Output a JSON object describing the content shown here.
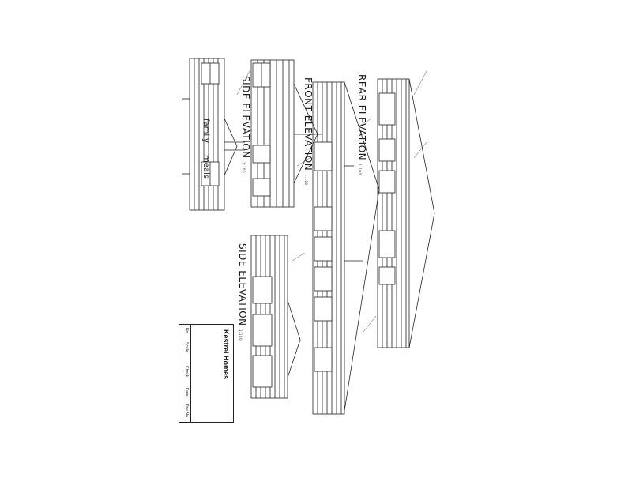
{
  "drawing": {
    "titles": {
      "side_elevation_top": "SIDE ELEVATION",
      "side_elevation_top_scale": "1:100",
      "side_elevation_bottom": "SIDE ELEVATION",
      "side_elevation_bottom_scale": "1:100",
      "front_elevation": "FRONT ELEVATION",
      "front_elevation_scale": "1:100",
      "rear_elevation": "REAR ELEVATION",
      "rear_elevation_scale": "1:100"
    },
    "room_labels": {
      "family": "family",
      "meals": "meals"
    },
    "title_block": {
      "company": "Kestrel Homes",
      "headers": [
        "No.",
        "Scale",
        "Check",
        "Date",
        "Drw No."
      ],
      "values": [
        "",
        "",
        "",
        "",
        ""
      ]
    }
  }
}
